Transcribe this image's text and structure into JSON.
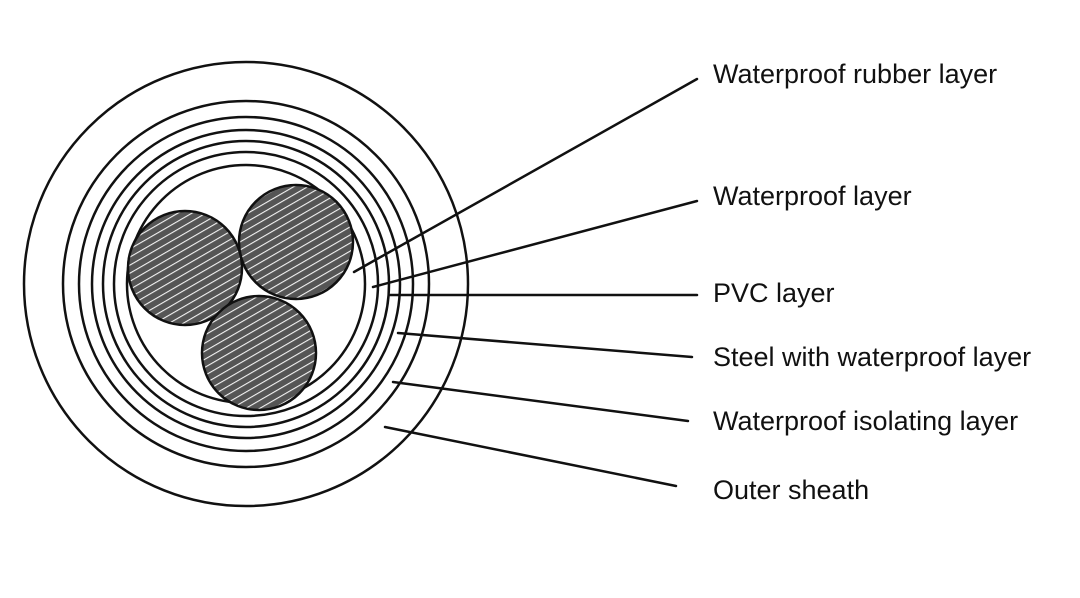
{
  "diagram": {
    "colors": {
      "stroke": "#111111",
      "core_fill": "#555555",
      "core_hatch": "#f2f2f2",
      "background": "#ffffff"
    },
    "cores": [
      "core-top-right",
      "core-left",
      "core-bottom"
    ],
    "labels": [
      {
        "id": "waterproof-rubber-layer",
        "text": "Waterproof rubber layer"
      },
      {
        "id": "waterproof-layer",
        "text": "Waterproof layer"
      },
      {
        "id": "pvc-layer",
        "text": "PVC layer"
      },
      {
        "id": "steel-with-waterproof-layer",
        "text": "Steel with waterproof layer"
      },
      {
        "id": "waterproof-isolating-layer",
        "text": "Waterproof isolating layer"
      },
      {
        "id": "outer-sheath",
        "text": "Outer sheath"
      }
    ]
  }
}
